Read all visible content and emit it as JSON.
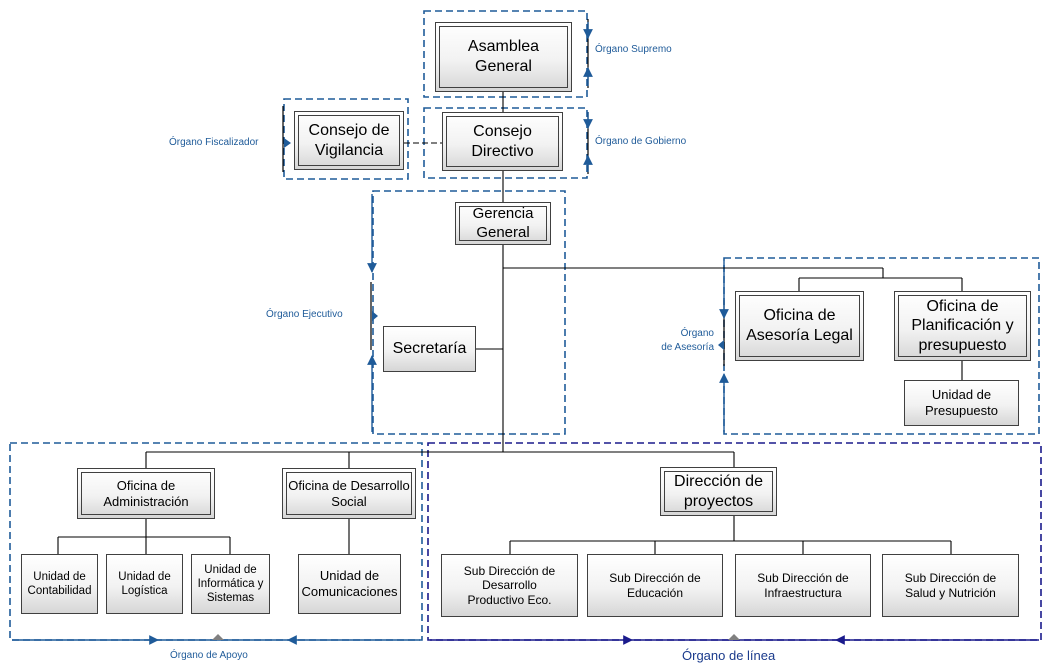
{
  "nodes": {
    "asamblea": "Asamblea\nGeneral",
    "consejo_vigilancia": "Consejo de\nVigilancia",
    "consejo_directivo": "Consejo\nDirectivo",
    "gerencia": "Gerencia\nGeneral",
    "secretaria": "Secretaría",
    "asesoria_legal": "Oficina de\nAsesoría Legal",
    "planificacion": "Oficina de\nPlanificación y\npresupuesto",
    "presupuesto": "Unidad de\nPresupuesto",
    "administracion": "Oficina de\nAdministración",
    "desarrollo_social": "Oficina de Desarrollo\nSocial",
    "contabilidad": "Unidad de\nContabilidad",
    "logistica": "Unidad de\nLogística",
    "informatica": "Unidad de\nInformática y\nSistemas",
    "comunicaciones": "Unidad de\nComunicaciones",
    "direccion_proyectos": "Dirección de\nproyectos",
    "sub_desarrollo": "Sub Dirección de\nDesarrollo\nProductivo Eco.",
    "sub_educacion": "Sub Dirección de\nEducación",
    "sub_infraestructura": "Sub Dirección de\nInfraestructura",
    "sub_salud": "Sub Dirección de\nSalud y Nutrición"
  },
  "groups": {
    "supremo": "Órgano Supremo",
    "fiscalizador": "Órgano Fiscalizador",
    "gobierno": "Órgano de Gobierno",
    "ejecutivo": "Órgano Ejecutivo",
    "asesoria": "Órgano\nde Asesoría",
    "apoyo": "Órgano de Apoyo",
    "linea": "Órgano de línea"
  },
  "colors": {
    "dashed_border": "#1f5b99",
    "line_group_border": "#1a1a8c",
    "connector": "#000000",
    "label_text": "#1f5b99"
  }
}
